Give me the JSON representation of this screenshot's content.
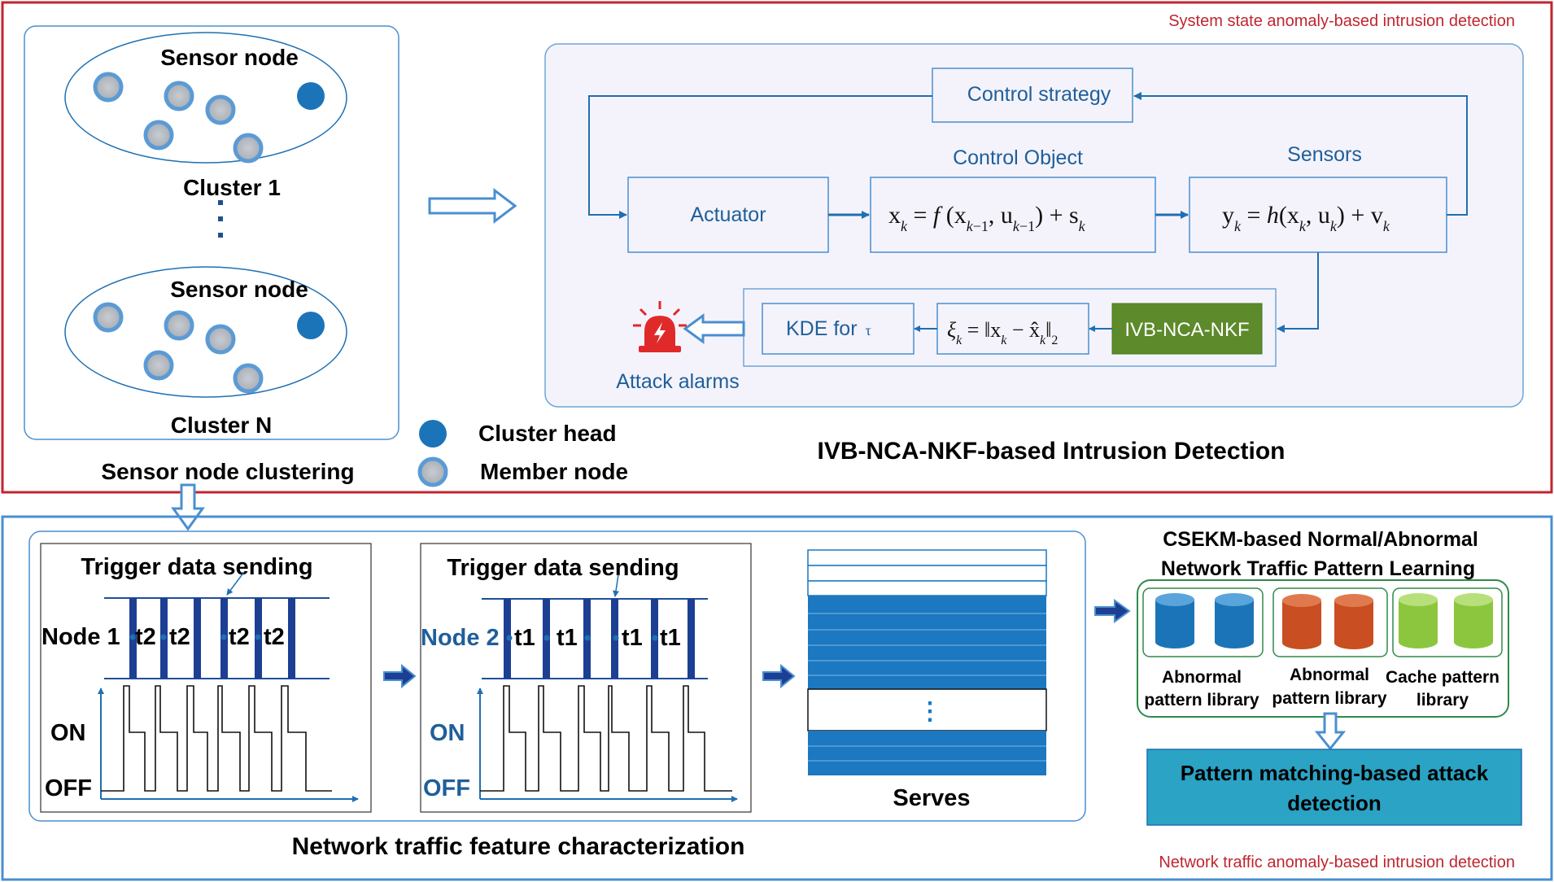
{
  "top_section": {
    "title": "System state anomaly-based intrusion detection",
    "clustering": {
      "cluster1_title": "Sensor node",
      "cluster1_label": "Cluster 1",
      "clusterN_title": "Sensor node",
      "clusterN_label": "Cluster N",
      "caption": "Sensor node clustering",
      "legend_head": "Cluster head",
      "legend_member": "Member node"
    },
    "detection": {
      "control_strategy": "Control strategy",
      "control_object_label": "Control Object",
      "sensors_label": "Sensors",
      "actuator": "Actuator",
      "kde": "KDE for",
      "kde_tau": "τ",
      "ivb": "IVB-NCA-NKF",
      "attack_alarms": "Attack alarms",
      "caption": "IVB-NCA-NKF-based Intrusion Detection"
    }
  },
  "bottom_section": {
    "title": "Network traffic anomaly-based intrusion detection",
    "caption": "Network traffic feature characterization",
    "panel1": {
      "title": "Trigger data sending",
      "node": "Node 1",
      "interval": "t2",
      "on": "ON",
      "off": "OFF"
    },
    "panel2": {
      "title": "Trigger data sending",
      "node": "Node 2",
      "interval": "t1",
      "on": "ON",
      "off": "OFF"
    },
    "serves": {
      "label": "Serves",
      "dots": "⋮"
    },
    "csekm": {
      "title_line1": "CSEKM-based Normal/Abnormal",
      "title_line2": "Network Traffic Pattern Learning",
      "lib1_line1": "Abnormal",
      "lib1_line2": "pattern library",
      "lib2_line1": "Abnormal",
      "lib2_line2": "pattern library",
      "lib3_line1": "Cache pattern",
      "lib3_line2": "library"
    },
    "pattern_matching": {
      "line1": "Pattern matching-based attack",
      "line2": "detection"
    }
  },
  "colors": {
    "red_frame": "#c0252f",
    "blue_frame": "#4a8fd0",
    "line_blue": "#1f6fb2",
    "bar_blue": "#1c3f94",
    "serve_blue": "#1c78c0",
    "green_box": "#5d8a2a",
    "teal_box": "#2aa3c5",
    "blue_cyl": "#1c74b8",
    "orange_cyl": "#c94e22",
    "green_cyl": "#8cc63e",
    "alarm_red": "#e02a2a"
  }
}
